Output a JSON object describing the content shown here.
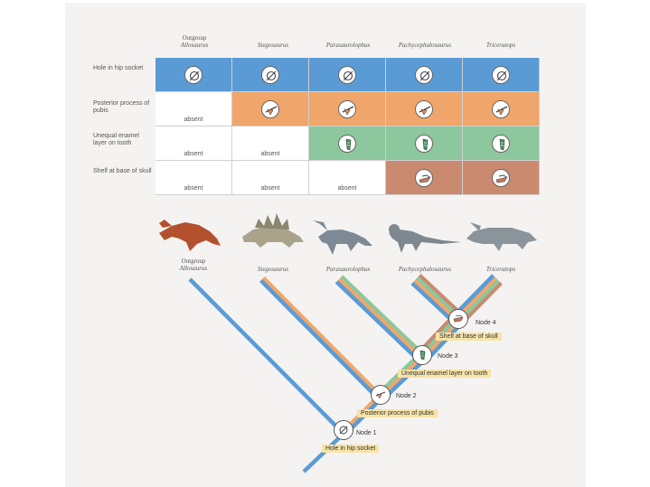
{
  "colors": {
    "hip": "#5b9bd5",
    "pubis": "#f0a66b",
    "enamel": "#8cc79e",
    "skull": "#c98a6f"
  },
  "header": {
    "outgroup_label": "Outgroup",
    "taxa": [
      "Allosaurus",
      "Stegosaurus",
      "Parasaurolophus",
      "Pachycephalosaurus",
      "Triceratops"
    ]
  },
  "rows": [
    {
      "label": "Hole in hip socket",
      "icon": "hip-socket-icon",
      "absent": []
    },
    {
      "label": "Posterior process of pubis",
      "icon": "pubis-icon",
      "absent_text": "absent"
    },
    {
      "label": "Unequal enamel layer on tooth",
      "icon": "tooth-icon",
      "absent_text": "absent"
    },
    {
      "label": "Shelf at base of skull",
      "icon": "skull-shelf-icon",
      "absent_text": "absent"
    }
  ],
  "absent_text": "absent",
  "dinosaurs": {
    "outgroup_label": "Outgroup",
    "names": [
      "Allosaurus",
      "Stegosaurus",
      "Parasaurolophus",
      "Pachycephalosaurus",
      "Triceratops"
    ]
  },
  "nodes": [
    {
      "node": "Node 1",
      "trait": "Hole in hip socket"
    },
    {
      "node": "Node 2",
      "trait": "Posterior process of pubis"
    },
    {
      "node": "Node 3",
      "trait": "Unequal enamel layer on tooth"
    },
    {
      "node": "Node 4",
      "trait": "Shelf at base of skull"
    }
  ]
}
